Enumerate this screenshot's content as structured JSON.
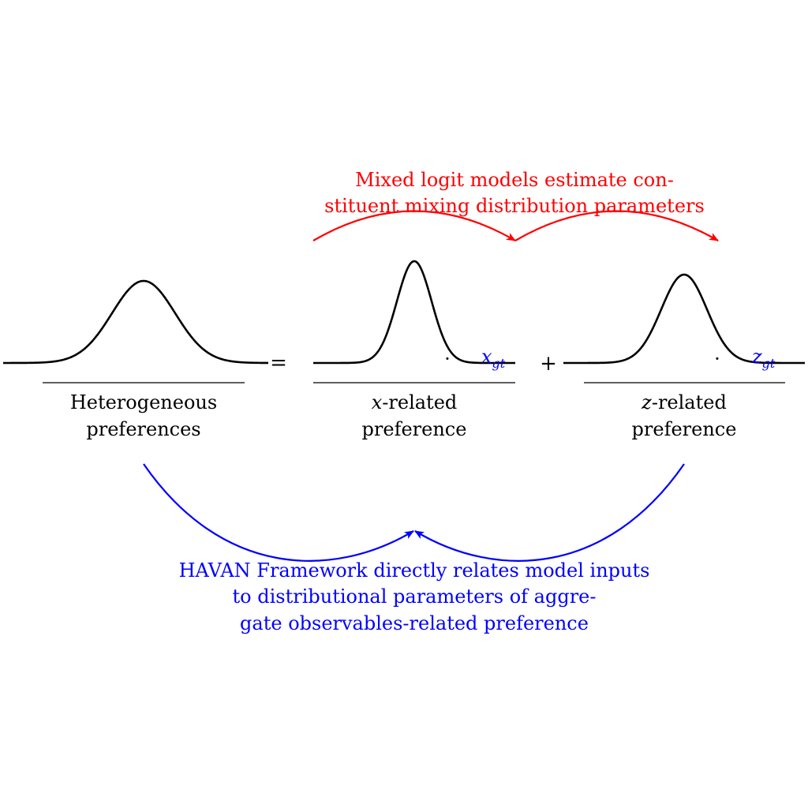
{
  "colors": {
    "curve": "#000000",
    "top_annotation": "#ff0000",
    "bottom_annotation": "#0000ff"
  },
  "top_annotation": {
    "line1": "Mixed logit models estimate con-",
    "line2": "stituent mixing distribution parameters"
  },
  "panels": {
    "heterogeneous": {
      "line1": "Heterogeneous",
      "line2": "preferences"
    },
    "x_related": {
      "var": "x",
      "line1_rest": "-related",
      "line2": "preference",
      "input_var": "x",
      "input_sub": "gt"
    },
    "z_related": {
      "var": "z",
      "line1_rest": "-related",
      "line2": "preference",
      "input_var": "z",
      "input_sub": "gt"
    }
  },
  "operators": {
    "equals": "=",
    "plus": "+",
    "dot": "·"
  },
  "bottom_annotation": {
    "line1": "HAVAN Framework directly relates model inputs",
    "line2": "to distributional parameters of aggre-",
    "line3": "gate observables-related preference"
  }
}
